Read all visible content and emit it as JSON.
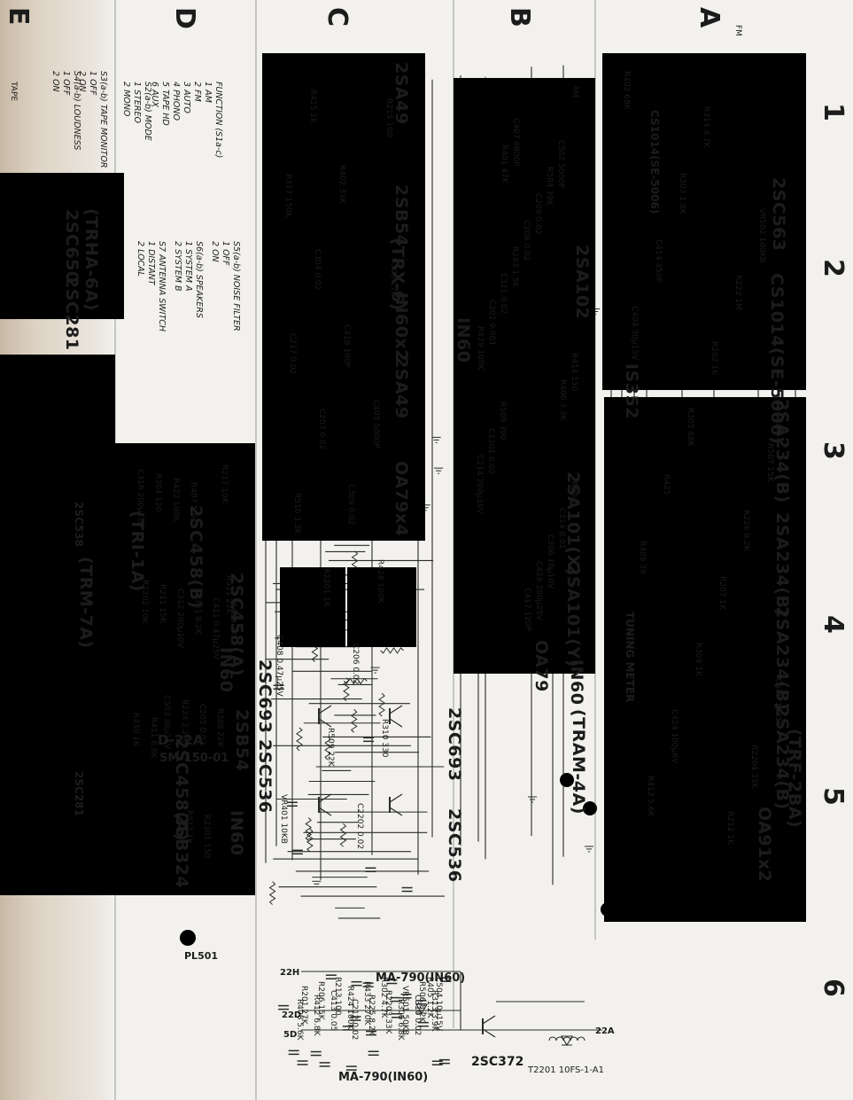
{
  "grid": {
    "columns": [
      "A",
      "B",
      "C",
      "D",
      "E"
    ],
    "rows": [
      "1",
      "2",
      "3",
      "4",
      "5",
      "6"
    ]
  },
  "modules": {
    "trf": "(TRF-2BA)",
    "tram": "(TRAM-4A)",
    "trx": "(TRX-6)",
    "trm": "(TRM-7A)",
    "tri": "(TRI-1A)",
    "trha": "(TRHA-6A)"
  },
  "transistors": {
    "tr1": "2SC563",
    "tr2": "CS1014(SE-5006)",
    "tr2b": "CS1014(SE-5006)",
    "tr201": "2SA234(B)",
    "tr202": "2SA234(B)",
    "tr203": "2SA234(B)",
    "tr204": "2SA234(B)",
    "tr301": "2SA102",
    "tr302": "2SA101(X)",
    "tr303": "2SA101(Y)",
    "tr401": "2SA49",
    "tr402": "2SB54",
    "tr403": "2SA49",
    "tr404": "2SC693",
    "tr405": "2SC693",
    "tr406": "2SC536",
    "tr407": "2SC536",
    "tr501": "2SC458(B)",
    "tr502": "2SC458(A)",
    "tr503": "2SB54",
    "tr504": "2SC458(A)",
    "tr505": "2SB324",
    "tr601a": "2SC650",
    "tr601b": "2SC281",
    "tr2201": "2SC372",
    "trm1": "2SC538",
    "trm2": "2SC281"
  },
  "diodes": {
    "d1": "IN60",
    "d2": "IS352",
    "d3": "IN60x2",
    "d4": "OA79x4",
    "d5": "OA79",
    "d6": "IN60",
    "d7": "OA91x2",
    "d8": "IN60",
    "d9": "D-22A",
    "d10": "SM-150-01",
    "d11": "IN60",
    "ma1": "MA-790(IN60)",
    "ma2": "MA-790(IN60)"
  },
  "legend": {
    "function_title": "FUNCTION (S1a-c)",
    "function_items": [
      "1 AM",
      "2 FM",
      "3 AUTO",
      "4 PHONO",
      "5 TAPE HD",
      "6 AUX"
    ],
    "tape_title": "S3(a-b) TAPE MONITOR",
    "tape_items": [
      "1 OFF",
      "2 ON"
    ],
    "loudness_title": "S4(a-b) LOUDNESS",
    "loudness_items": [
      "1 OFF",
      "2 ON"
    ],
    "mode_title": "S2(a-b) MODE",
    "mode_items": [
      "1 STEREO",
      "2 MONO"
    ],
    "noise_title": "S5(a-b) NOISE FILTER",
    "noise_items": [
      "1 OFF",
      "2 ON"
    ],
    "speakers_title": "S6(a-b) SPEAKERS",
    "speakers_items": [
      "1 SYSTEM A",
      "2 SYSTEM B"
    ],
    "antenna_title": "S7 ANTENNA SWITCH",
    "antenna_items": [
      "1 DISTANT",
      "2 LOCAL"
    ]
  },
  "labels": {
    "tuning_meter": "TUNING METER",
    "pl501": "PL501",
    "tape": "TAPE",
    "am": "AM",
    "fm": "FM",
    "n22h": "22H",
    "n22d": "22D",
    "n5d": "5D",
    "n22a": "22A",
    "t2201": "T2201 10FS-1-A1"
  },
  "component_values": [
    "R402 68K",
    "R401 47K",
    "R402 33K",
    "R403 1K",
    "R405 1.2K",
    "C404 30μ15V",
    "R406 3.3K",
    "C405 5000P",
    "R407 5.6K",
    "R408 5.6K",
    "R409 39",
    "C407 6800P",
    "C408 0.47μ25V",
    "R411 6.8K",
    "R412 6.8K",
    "R413 5.6K",
    "R414 150",
    "R415 1K",
    "C411 0.47μ25V",
    "C413 0.05",
    "C414 450P",
    "C417 120P",
    "C418 100P",
    "R422 100K",
    "R424 100K",
    "R425",
    "R429 100K",
    "R428 100K",
    "R430 1K",
    "R433 270K",
    "C424 100μ6V",
    "C428 200μ25V",
    "VR401 10KB",
    "R301 8.2K",
    "R302 4.7K",
    "R303 1.8K",
    "C301 0.001",
    "C304 0.02",
    "R304 120",
    "R306 6.8K",
    "R305 68K",
    "C306 10μ10V",
    "C309 0.02",
    "R308 22K",
    "C310 0.02",
    "R309 1K",
    "C311 0.02",
    "R310 330",
    "C312 200μ10V",
    "R313 3.9K",
    "R314 4.7K",
    "C314 0.01",
    "R317 150K",
    "C316 200μ10V",
    "R201 27K",
    "R202 1K",
    "R203 1.5K",
    "C203 0.02",
    "C205 0.02",
    "R206 15K",
    "R207 1K",
    "R208",
    "C206 0.02",
    "R211 15K",
    "R213 100",
    "R212 1K",
    "C208 0.02",
    "R215 100",
    "R217 10K",
    "C212 0.02",
    "R222 1M",
    "C214 200μ10V",
    "C217 0.02",
    "R224 2.2M",
    "R225 8.2K",
    "R226 8.2K",
    "C209 0.02",
    "R2201 1K",
    "R2202 10K",
    "R2203 33K",
    "R2204 33K",
    "C2201 0.02",
    "C2202 0.02",
    "R2301 150",
    "VR501 50KB",
    "VR502 100KB",
    "R504 39K",
    "R505 27K",
    "C503 30μ15V",
    "R506 8.2K",
    "R507 15K",
    "R508 390",
    "R510 3.3K",
    "R511 22K",
    "C504 10μ15V",
    "C505 1μ25V",
    "C502 5000P",
    "R509 22K",
    "R512 1K"
  ],
  "colors": {
    "paper": "#f2f1ee",
    "ink": "#2a2a2a",
    "margin_tint": "#c8b9a6"
  }
}
